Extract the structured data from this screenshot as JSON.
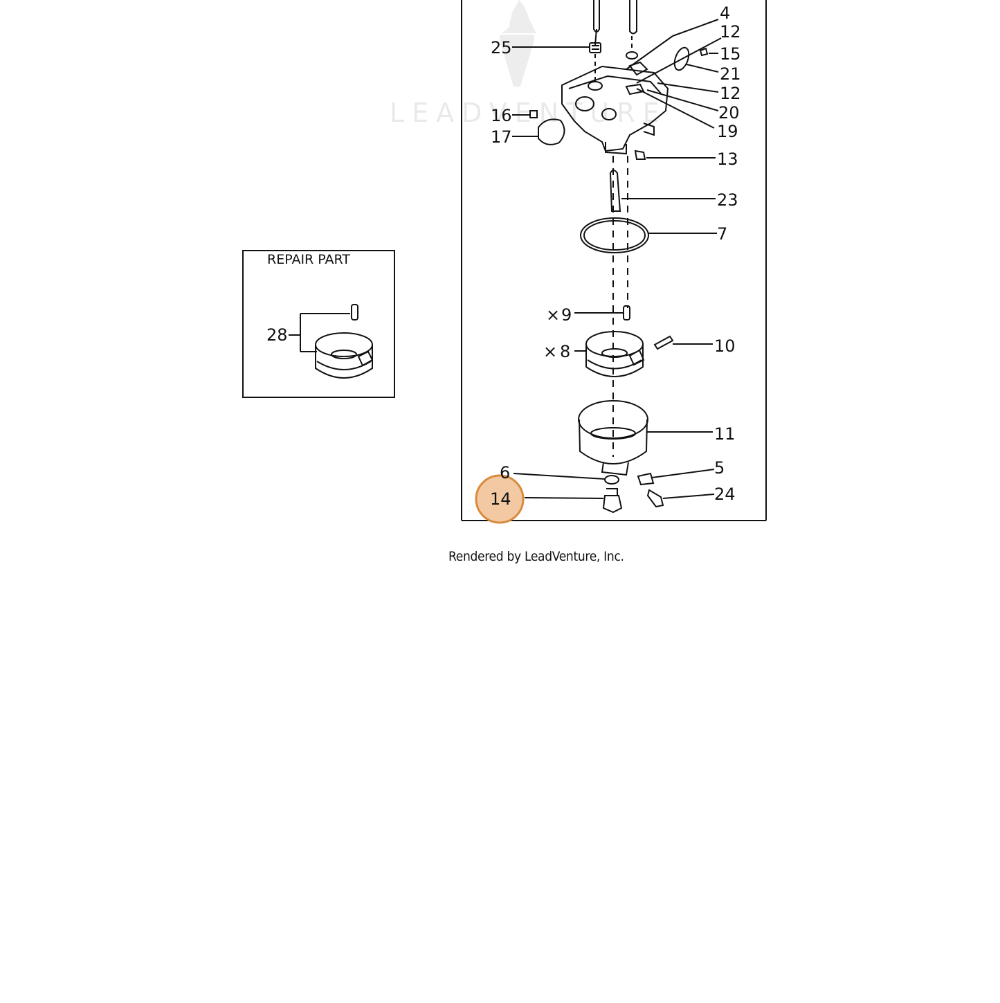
{
  "repair_box": {
    "title": "REPAIR PART",
    "part_number": "28"
  },
  "watermark": {
    "text": "LEADVENTURE"
  },
  "callouts": [
    {
      "id": "c4",
      "label": "4"
    },
    {
      "id": "c12a",
      "label": "12"
    },
    {
      "id": "c15",
      "label": "15"
    },
    {
      "id": "c21",
      "label": "21"
    },
    {
      "id": "c12b",
      "label": "12"
    },
    {
      "id": "c20",
      "label": "20"
    },
    {
      "id": "c19",
      "label": "19"
    },
    {
      "id": "c25",
      "label": "25"
    },
    {
      "id": "c16",
      "label": "16"
    },
    {
      "id": "c17",
      "label": "17"
    },
    {
      "id": "c13",
      "label": "13"
    },
    {
      "id": "c23",
      "label": "23"
    },
    {
      "id": "c7",
      "label": "7"
    },
    {
      "id": "c9",
      "label": "9",
      "marker": "×"
    },
    {
      "id": "c8",
      "label": "8",
      "marker": "×"
    },
    {
      "id": "c10",
      "label": "10"
    },
    {
      "id": "c11",
      "label": "11"
    },
    {
      "id": "c6",
      "label": "6"
    },
    {
      "id": "c5",
      "label": "5"
    },
    {
      "id": "c24",
      "label": "24"
    },
    {
      "id": "c14",
      "label": "14",
      "highlighted": true
    }
  ],
  "highlight": {
    "fill": "#f2c9a3",
    "stroke": "#d98a3c"
  },
  "footer": {
    "credit": "Rendered by LeadVenture, Inc."
  }
}
